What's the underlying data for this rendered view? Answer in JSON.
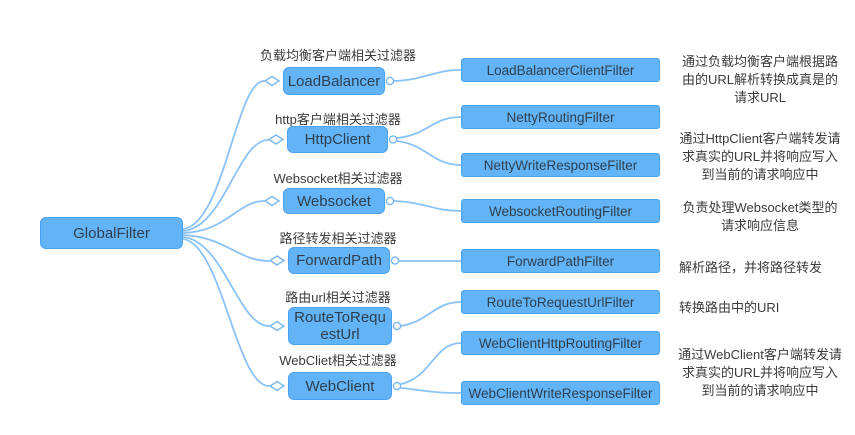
{
  "colors": {
    "node_fill": "#63b4f6",
    "node_border": "#4aa3ee",
    "node_text": "#2d3f50",
    "connector": "#8ac2f7",
    "annotation_text": "#3b3b3b"
  },
  "diagram": {
    "root": {
      "label": "GlobalFilter"
    },
    "branches": [
      {
        "note": "负载均衡客户端相关过滤器",
        "category": "LoadBalancer",
        "filters": [
          "LoadBalancerClientFilter"
        ],
        "description": "通过负载均衡客户端根据路由的URL解析转换成真是的请求URL"
      },
      {
        "note": "http客户端相关过滤器",
        "category": "HttpClient",
        "filters": [
          "NettyRoutingFilter",
          "NettyWriteResponseFilter"
        ],
        "description": "通过HttpClient客户端转发请求真实的URL并将响应写入到当前的请求响应中"
      },
      {
        "note": "Websocket相关过滤器",
        "category": "Websocket",
        "filters": [
          "WebsocketRoutingFilter"
        ],
        "description": "负责处理Websocket类型的请求响应信息"
      },
      {
        "note": "路径转发相关过滤器",
        "category": "ForwardPath",
        "filters": [
          "ForwardPathFilter"
        ],
        "description": "解析路径，并将路径转发"
      },
      {
        "note": "路由url相关过滤器",
        "category": "RouteToRequestUrl",
        "filters": [
          "RouteToRequestUrlFilter"
        ],
        "description": "转换路由中的URI"
      },
      {
        "note": "WebCliet相关过滤器",
        "category": "WebClient",
        "filters": [
          "WebClientHttpRoutingFilter",
          "WebClientWriteResponseFilter"
        ],
        "description": "通过WebClient客户端转发请求真实的URL并将响应写入到当前的请求响应中"
      }
    ]
  }
}
